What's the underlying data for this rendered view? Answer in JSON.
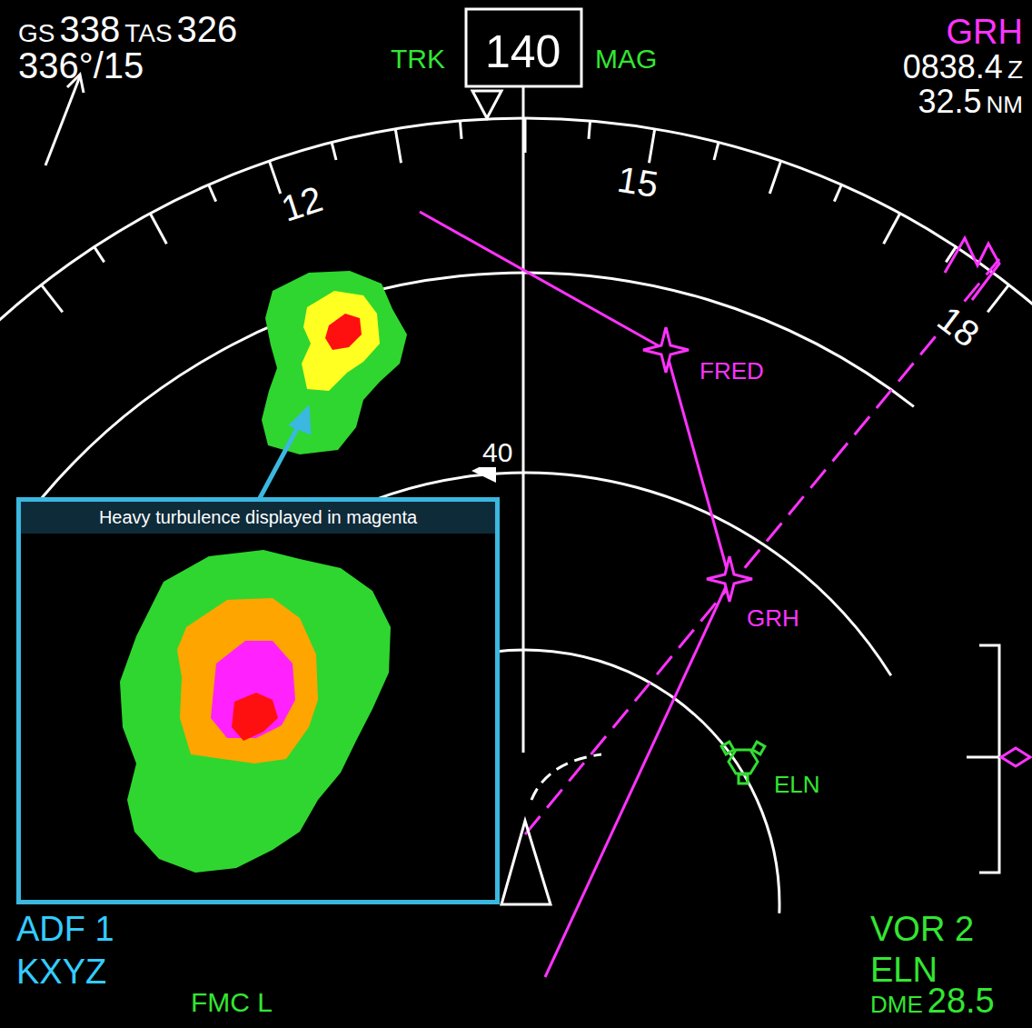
{
  "diagram": {
    "nodes": [
      {
        "text": [
          "Heavy turbulence displayed in magenta"
        ]
      }
    ],
    "labels": [
      "GS",
      "338",
      "TAS",
      "326",
      "336°/15",
      "TRK",
      "140",
      "MAG",
      "GRH",
      "0838.4",
      "Z",
      "32.5",
      "NM",
      "12",
      "15",
      "18",
      "FRED",
      "40",
      "GRH",
      "ELN",
      "ADF 1",
      "KXYZ",
      "FMC L",
      "VOR 2",
      "ELN",
      "DME",
      "28.5"
    ]
  }
}
